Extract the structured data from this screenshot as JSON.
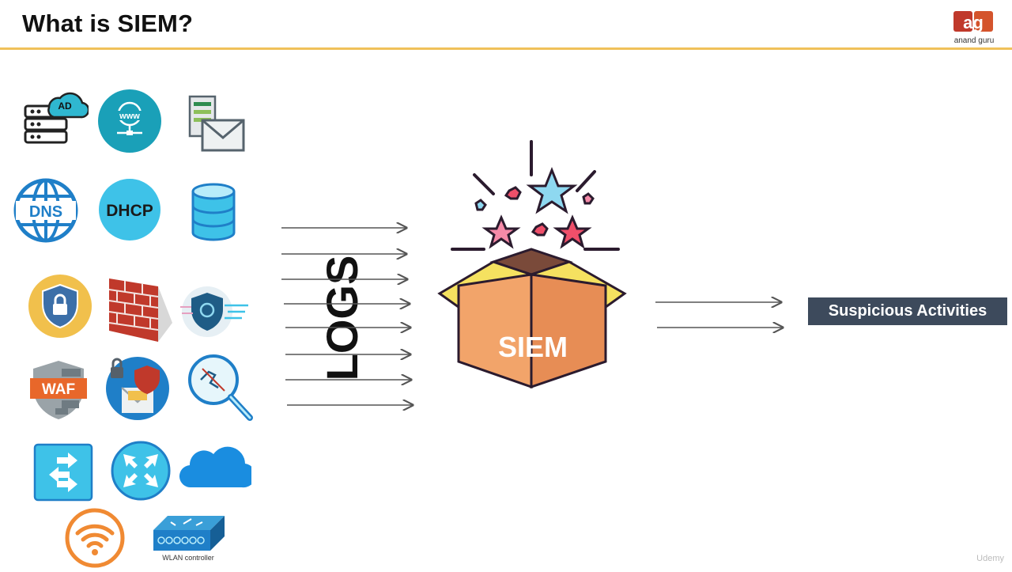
{
  "slide": {
    "title": "What is SIEM?"
  },
  "logo": {
    "initials": "ag",
    "caption": "anand guru"
  },
  "sources": {
    "ad_label": "AD",
    "www_label": "www",
    "dns_label": "DNS",
    "dhcp_label": "DHCP",
    "waf_label": "WAF",
    "wlan_caption": "WLAN controller"
  },
  "logs_label": "LOGS",
  "siem": {
    "label": "SIEM"
  },
  "output": {
    "label": "Suspicious Activities"
  },
  "watermark": "Udemy",
  "colors": {
    "accent_rule": "#f0c15a",
    "box": "#f2a46a",
    "flap": "#f5e160",
    "output_bg": "#3d4a5c",
    "teal": "#2fb7d0"
  }
}
